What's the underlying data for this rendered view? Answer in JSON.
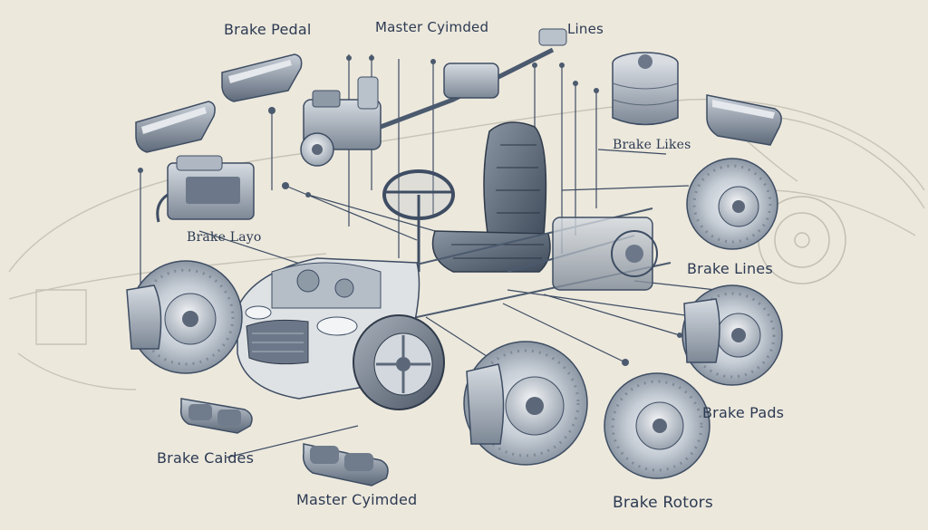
{
  "labels": {
    "brake_pedal": "Brake Pedal",
    "master_cylinder_top": "Master Cyimded",
    "lines_top": "Lines",
    "brake_likes": "Brake Likes",
    "brake_layo": "Brake Layo",
    "brake_lines_right": "Brake Lines",
    "brake_pads": "Brake Pads",
    "brake_caides": "Brake Caides",
    "master_cylinder_bottom": "Master Cyimded",
    "brake_rotors": "Brake Rotors"
  },
  "colors": {
    "background": "#ece8dc",
    "ink": "#2c3a52",
    "metal": "#9aa6b4",
    "metal_dark": "#4b5a6e",
    "seat": "#5d6878",
    "line": "#3e4d63"
  }
}
